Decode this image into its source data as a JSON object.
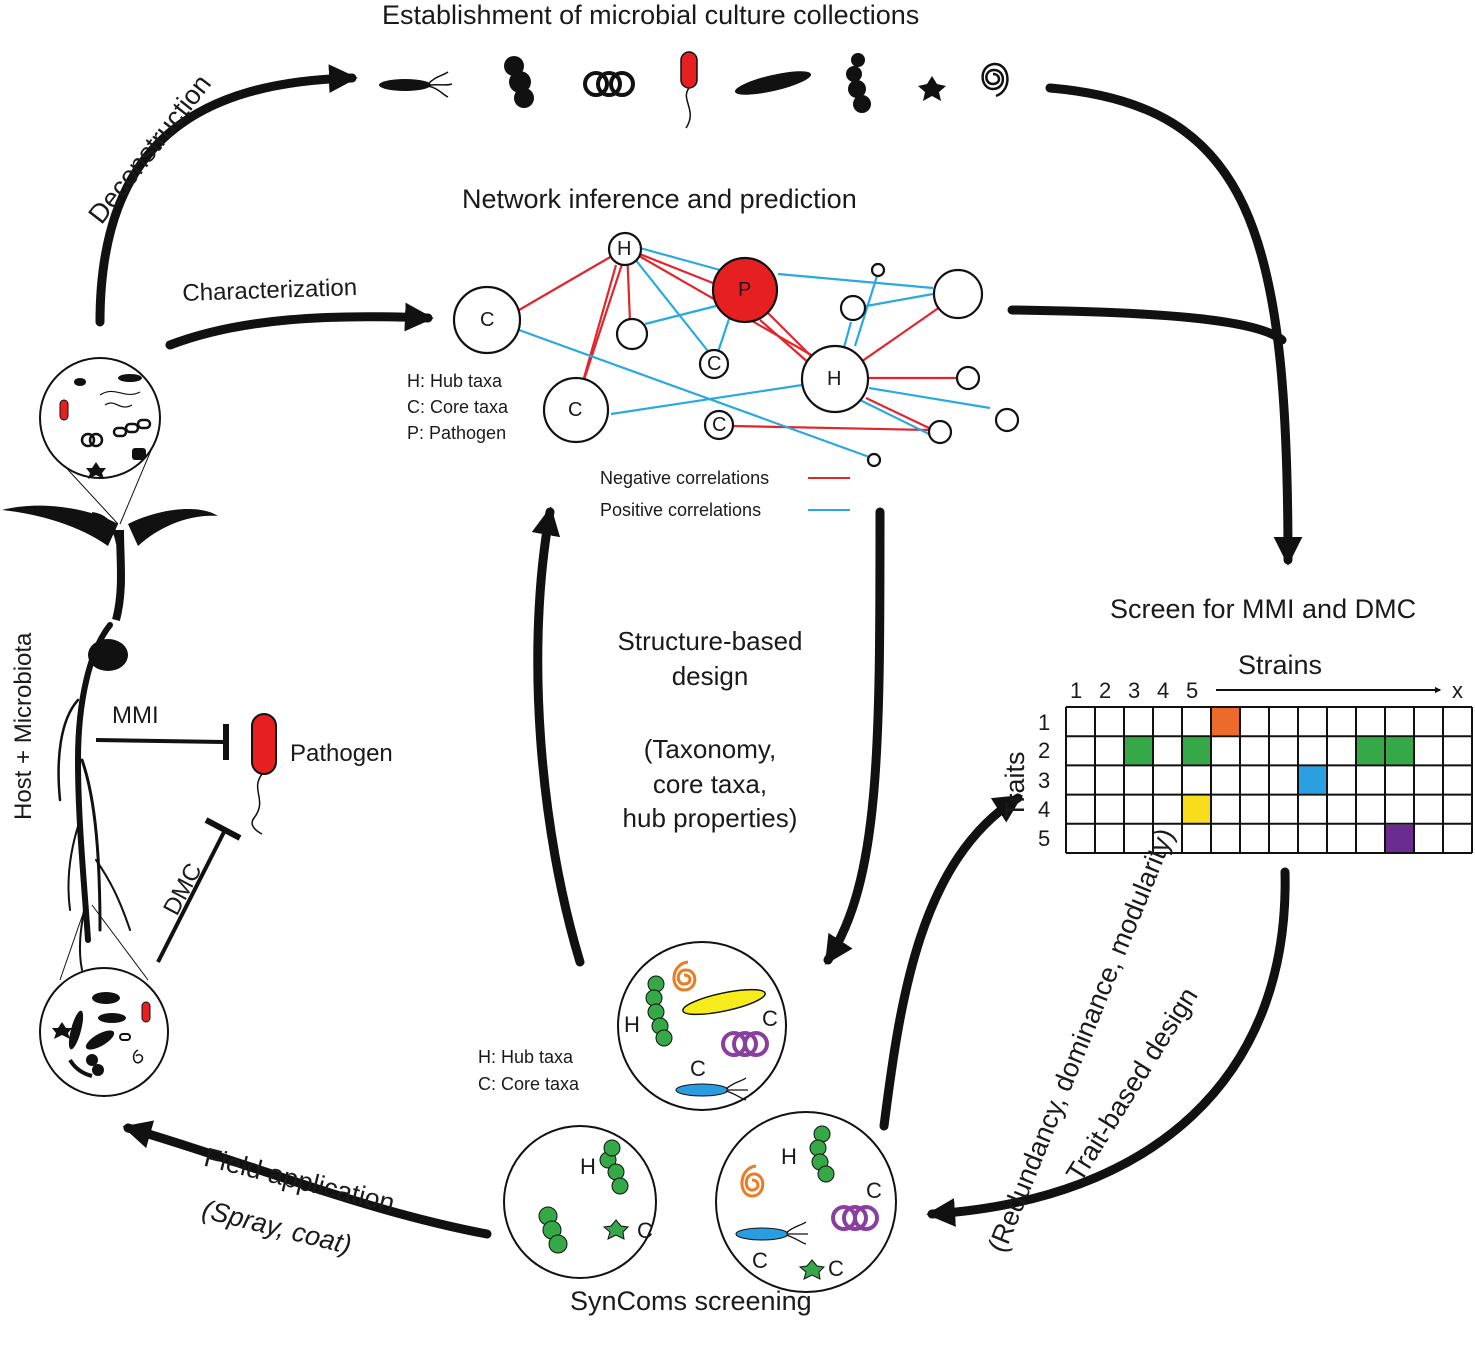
{
  "top_title": "Establishment of microbial culture collections",
  "network_title": "Network inference and prediction",
  "arrows": {
    "deconstruction": "Deconstruction",
    "characterization": "Characterization",
    "field_application": "Field application",
    "field_application_sub": "(Spray, coat)",
    "trait_based": "Trait-based design",
    "trait_based_sub": "(Redundancy, dominance, modularity)"
  },
  "host_label": "Host + Microbiota",
  "mmi": "MMI",
  "dmc": "DMC",
  "pathogen": "Pathogen",
  "network_legend": {
    "hub": "H: Hub taxa",
    "core": "C: Core taxa",
    "pathogen": "P: Pathogen",
    "negative": "Negative correlations",
    "positive": "Positive correlations"
  },
  "node_letters": {
    "hub": "H",
    "core": "C",
    "pathogen": "P"
  },
  "structure_design": {
    "title_line1": "Structure-based",
    "title_line2": "design",
    "sub_line1": "(Taxonomy,",
    "sub_line2": "core taxa,",
    "sub_line3": "hub properties)"
  },
  "syncoms_legend": {
    "hub": "H: Hub taxa",
    "core": "C: Core taxa"
  },
  "syncoms_title": "SynComs screening",
  "screen": {
    "title": "Screen for MMI and DMC",
    "strains_label": "Strains",
    "traits_label": "Traits",
    "column_labels": [
      "1",
      "2",
      "3",
      "4",
      "5"
    ],
    "column_end": "x",
    "row_labels": [
      "1",
      "2",
      "3",
      "4",
      "5"
    ],
    "filled_cells": [
      {
        "row": 1,
        "col": 6,
        "color": "#ec6a2a"
      },
      {
        "row": 2,
        "col": 3,
        "color": "#35a848"
      },
      {
        "row": 2,
        "col": 5,
        "color": "#35a848"
      },
      {
        "row": 2,
        "col": 11,
        "color": "#35a848"
      },
      {
        "row": 2,
        "col": 12,
        "color": "#35a848"
      },
      {
        "row": 3,
        "col": 9,
        "color": "#2aa0e0"
      },
      {
        "row": 4,
        "col": 5,
        "color": "#f7dd1b"
      },
      {
        "row": 5,
        "col": 12,
        "color": "#6a2c91"
      }
    ]
  },
  "colors": {
    "negative": "#e0262c",
    "positive": "#2aa9e0",
    "pathogen": "#e62020",
    "hub_green": "#35a848",
    "core_purple": "#8a3fa0",
    "spiral_orange": "#ec7b26",
    "rod_yellow": "#f7ec1b",
    "rod_blue": "#2a9de0"
  }
}
